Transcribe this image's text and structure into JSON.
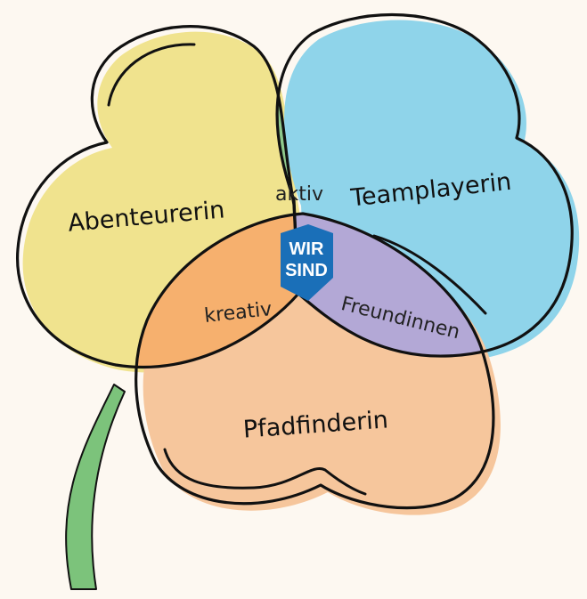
{
  "diagram": {
    "petals": {
      "left": "Abenteurerin",
      "right": "Teamplayerin",
      "bottom": "Pfadfinderin"
    },
    "overlaps": {
      "left_right": "aktiv",
      "left_bottom": "kreativ",
      "right_bottom": "Freundinnen"
    },
    "center_badge": {
      "line1": "WIR",
      "line2": "SIND"
    }
  },
  "colors": {
    "background": "#fdf8f1",
    "yellow": "#f0e38e",
    "blue": "#8fd4ea",
    "orange": "#f6c69c",
    "green_overlap": "#8fc98c",
    "orange_overlap": "#f6b06e",
    "purple_overlap": "#b3a8d6",
    "badge": "#1a6fb8",
    "stem": "#7cc37b"
  }
}
